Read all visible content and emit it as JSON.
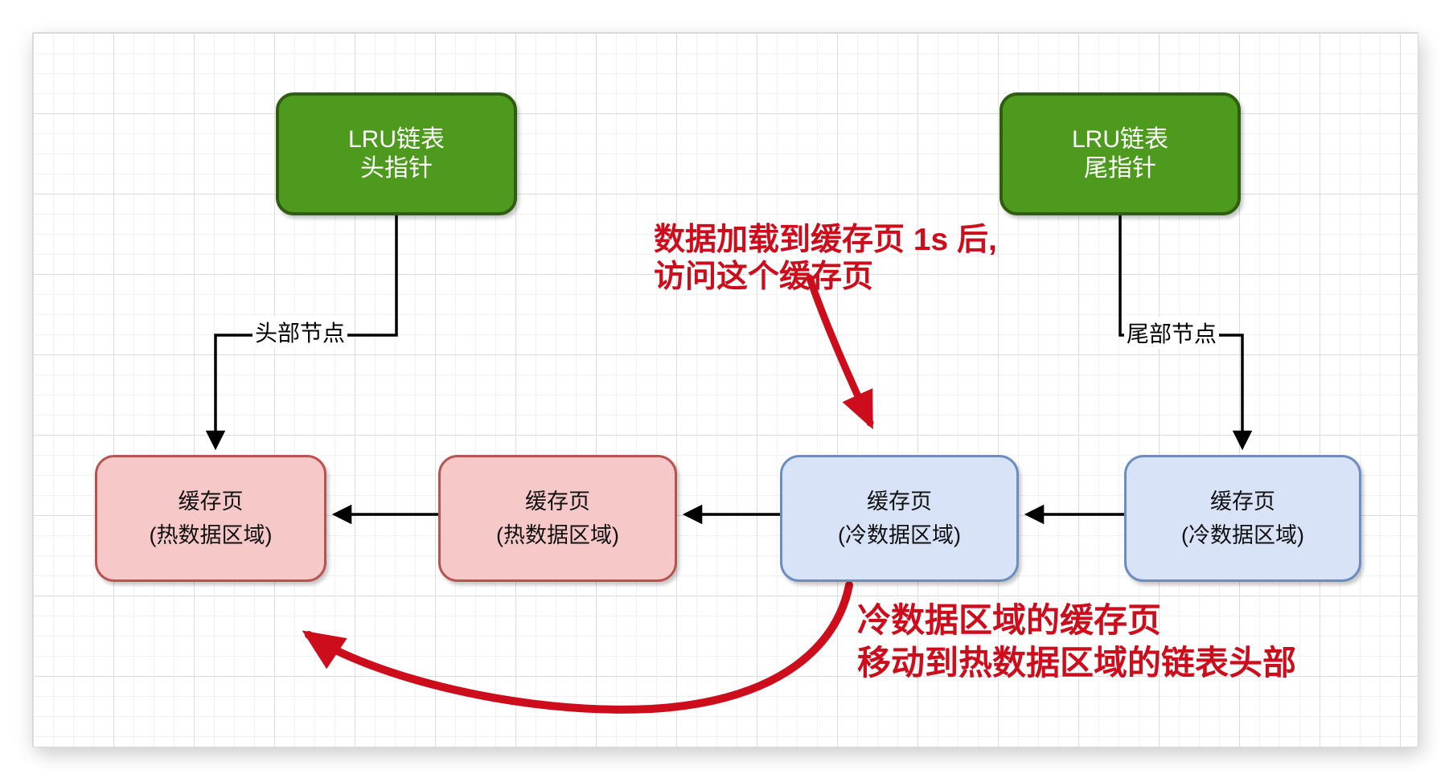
{
  "nodes": {
    "head_pointer": {
      "line1": "LRU链表",
      "line2": "头指针"
    },
    "tail_pointer": {
      "line1": "LRU链表",
      "line2": "尾指针"
    },
    "hot_page_1": {
      "line1": "缓存页",
      "line2": "(热数据区域)"
    },
    "hot_page_2": {
      "line1": "缓存页",
      "line2": "(热数据区域)"
    },
    "cold_page_1": {
      "line1": "缓存页",
      "line2": "(冷数据区域)"
    },
    "cold_page_2": {
      "line1": "缓存页",
      "line2": "(冷数据区域)"
    }
  },
  "edge_labels": {
    "head_node": "头部节点",
    "tail_node": "尾部节点"
  },
  "annotations": {
    "load_access_note": {
      "line1": "数据加载到缓存页 1s 后,",
      "line2": "访问这个缓存页"
    },
    "move_to_hot_note": {
      "line1": "冷数据区域的缓存页",
      "line2": "移动到热数据区域的链表头部"
    }
  },
  "colors": {
    "green_fill": "#4d9a1e",
    "green_border": "#2e5e0e",
    "pink_fill": "#f6c9c8",
    "pink_border": "#b85450",
    "blue_fill": "#d8e3f7",
    "blue_border": "#6c8ebf",
    "annotation_red": "#cd0d1c",
    "connector_black": "#000000"
  }
}
